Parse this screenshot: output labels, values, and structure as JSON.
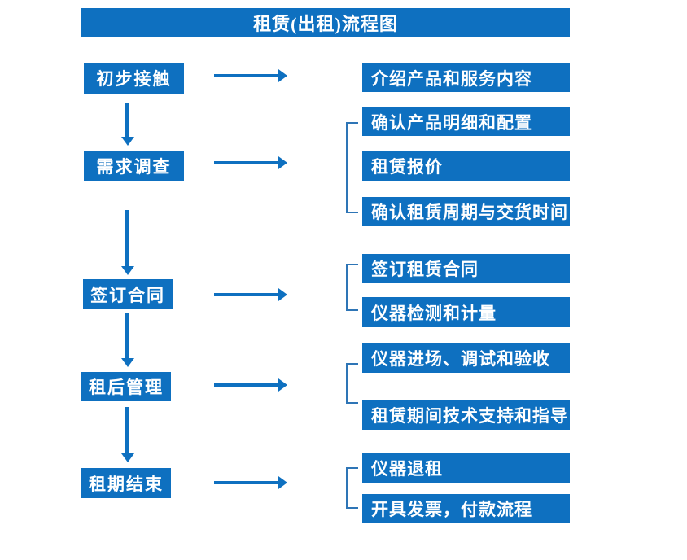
{
  "title": "租赁(出租)流程图",
  "colors": {
    "primary_blue": "#0e70c0",
    "bracket_blue": "#2e75b6",
    "text_white": "#ffffff",
    "background": "#ffffff"
  },
  "steps": [
    {
      "label": "初步接触",
      "details": [
        "介绍产品和服务内容"
      ]
    },
    {
      "label": "需求调查",
      "details": [
        "确认产品明细和配置",
        "租赁报价",
        "确认租赁周期与交货时间"
      ]
    },
    {
      "label": "签订合同",
      "details": [
        "签订租赁合同",
        "仪器检测和计量"
      ]
    },
    {
      "label": "租后管理",
      "details": [
        "仪器进场、调试和验收",
        "租赁期间技术支持和指导"
      ]
    },
    {
      "label": "租期结束",
      "details": [
        "仪器退租",
        "开具发票，付款流程"
      ]
    }
  ]
}
